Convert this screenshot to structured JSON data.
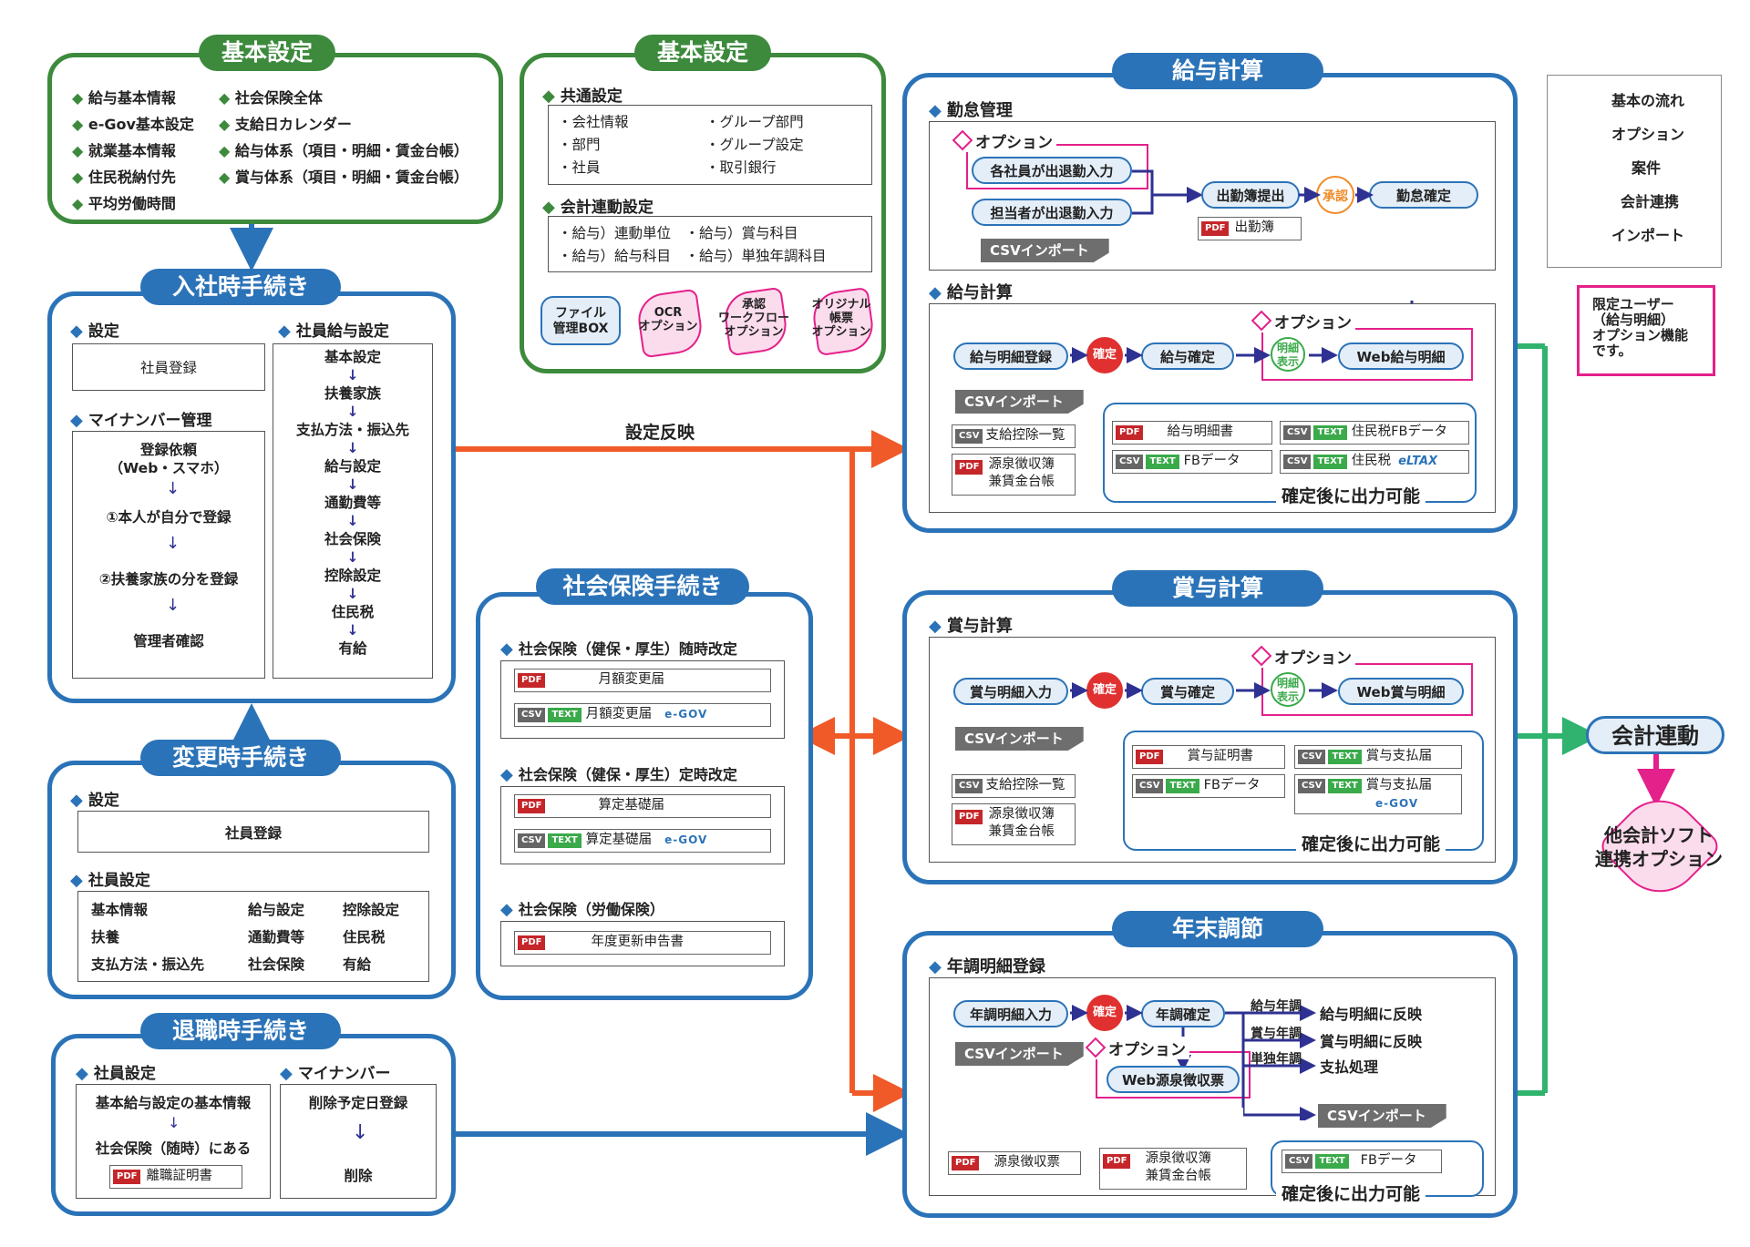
{
  "legend": {
    "basic_flow": "基本の流れ",
    "option": "オプション",
    "case": "案件",
    "accounting_link": "会計連携",
    "import": "インポート",
    "colors": {
      "basic_flow": "#2b73b8",
      "option": "#e4208a",
      "case": "#f08c2a",
      "accounting_link": "#2fb36e",
      "import": "#666666"
    }
  },
  "limited_note": "限定ユーザー\n（給与明細）\nオプション機能\nです。",
  "kihon1": {
    "title": "基本設定",
    "col1": [
      "給与基本情報",
      "e-Gov基本設定",
      "就業基本情報",
      "住民税納付先",
      "平均労働時間"
    ],
    "col2": [
      "社会保険全体",
      "支給日カレンダー",
      "給与体系（項目・明細・賃金台帳）",
      "賞与体系（項目・明細・賃金台帳）"
    ]
  },
  "kihon2": {
    "title": "基本設定",
    "common_title": "共通設定",
    "common_col1": [
      "・会社情報",
      "・部門",
      "・社員"
    ],
    "common_col2": [
      "・グループ部門",
      "・グループ設定",
      "・取引銀行"
    ],
    "accounting_title": "会計連動設定",
    "accounting_rows": [
      "・給与）連動単位　・給与）賞与科目",
      "・給与）給与科目　・給与）単独年調科目"
    ],
    "options": [
      "ファイル\n管理BOX",
      "OCR\nオプション",
      "承認\nワークフロー\nオプション",
      "オリジナル\n帳票\nオプション"
    ]
  },
  "nyusha": {
    "title": "入社時手続き",
    "settings_title": "設定",
    "settings_item": "社員登録",
    "mynumber_title": "マイナンバー管理",
    "mynumber_steps": [
      "登録依頼\n（Web・スマホ）",
      "①本人が自分で登録",
      "②扶養家族の分を登録",
      "管理者確認"
    ],
    "salary_title": "社員給与設定",
    "salary_steps": [
      "基本設定",
      "扶養家族",
      "支払方法・振込先",
      "給与設定",
      "通勤費等",
      "社会保険",
      "控除設定",
      "住民税",
      "有給"
    ]
  },
  "henko": {
    "title": "変更時手続き",
    "settings_title": "設定",
    "settings_item": "社員登録",
    "emp_title": "社員設定",
    "grid": [
      [
        "基本情報",
        "給与設定",
        "控除設定"
      ],
      [
        "扶養",
        "通勤費等",
        "住民税"
      ],
      [
        "支払方法・振込先",
        "社会保険",
        "有給"
      ]
    ]
  },
  "taishoku": {
    "title": "退職時手続き",
    "emp_title": "社員設定",
    "emp_steps": [
      "基本給与設定の基本情報",
      "社会保険（随時）にある"
    ],
    "emp_doc": "離職証明書",
    "mynumber_title": "マイナンバー",
    "mynumber_steps": [
      "削除予定日登録",
      "削除"
    ]
  },
  "shaho": {
    "title": "社会保険手続き",
    "sections": [
      {
        "title": "社会保険（健保・厚生）随時改定",
        "docs": [
          {
            "type": "PDF",
            "label": "月額変更届"
          },
          {
            "type": "CSV",
            "label": "月額変更届",
            "egov": "e-GOV"
          }
        ]
      },
      {
        "title": "社会保険（健保・厚生）定時改定",
        "docs": [
          {
            "type": "PDF",
            "label": "算定基礎届"
          },
          {
            "type": "CSV",
            "label": "算定基礎届",
            "egov": "e-GOV"
          }
        ]
      },
      {
        "title": "社会保険（労働保険）",
        "docs": [
          {
            "type": "PDF",
            "label": "年度更新申告書"
          }
        ]
      }
    ]
  },
  "settei_hanei": "設定反映",
  "kyuyo": {
    "title": "給与計算",
    "kintai_title": "勤怠管理",
    "option_label": "オプション",
    "each_emp": "各社員が出退勤入力",
    "manager": "担当者が出退勤入力",
    "csv_import": "CSVインポート",
    "attendance_submit": "出勤簿提出",
    "approve": "承認",
    "attendance_confirm": "勤怠確定",
    "attendance_book": "出勤簿",
    "calc_title": "給与計算",
    "detail_entry": "給与明細登録",
    "confirm": "確定",
    "salary_confirm": "給与確定",
    "detail_display": "明細\n表示",
    "web_detail": "Web給与明細",
    "left_docs": [
      {
        "type": "CSV",
        "label": "支給控除一覧"
      },
      {
        "type": "PDF",
        "label": "源泉徴収簿\n兼賃金台帳"
      }
    ],
    "right_docs": [
      {
        "type": "PDF",
        "label": "給与明細書"
      },
      {
        "type": "CSV+TEXT",
        "label": "住民税FBデータ"
      },
      {
        "type": "CSV+TEXT",
        "label": "FBデータ"
      },
      {
        "type": "CSV+TEXT",
        "label": "住民税",
        "eltax": "eLTAX"
      }
    ],
    "output_note": "確定後に出力可能"
  },
  "shoyo": {
    "title": "賞与計算",
    "calc_title": "賞与計算",
    "option_label": "オプション",
    "detail_entry": "賞与明細入力",
    "confirm": "確定",
    "bonus_confirm": "賞与確定",
    "detail_display": "明細\n表示",
    "web_detail": "Web賞与明細",
    "csv_import": "CSVインポート",
    "left_docs": [
      {
        "type": "CSV",
        "label": "支給控除一覧"
      },
      {
        "type": "PDF",
        "label": "源泉徴収簿\n兼賃金台帳"
      }
    ],
    "right_docs": [
      {
        "type": "PDF",
        "label": "賞与証明書"
      },
      {
        "type": "CSV+TEXT",
        "label": "賞与支払届"
      },
      {
        "type": "CSV+TEXT",
        "label": "FBデータ"
      },
      {
        "type": "CSV+TEXT",
        "label": "賞与支払届",
        "egov": "e-GOV"
      }
    ],
    "output_note": "確定後に出力可能"
  },
  "nenmatsu": {
    "title": "年末調節",
    "entry_title": "年調明細登録",
    "detail_entry": "年調明細入力",
    "confirm": "確定",
    "nencho_confirm": "年調確定",
    "csv_import": "CSVインポート",
    "option_label": "オプション",
    "web_withholding": "Web源泉徴収票",
    "branches": [
      {
        "label": "給与年調",
        "target": "給与明細に反映"
      },
      {
        "label": "賞与年調",
        "target": "賞与明細に反映"
      },
      {
        "label": "単独年調",
        "target": "支払処理"
      }
    ],
    "csv_import2": "CSVインポート",
    "docs": [
      {
        "type": "PDF",
        "label": "源泉徴収票"
      },
      {
        "type": "PDF",
        "label": "源泉徴収簿\n兼賃金台帳"
      }
    ],
    "fb": {
      "type": "CSV+TEXT",
      "label": "FBデータ"
    },
    "output_note": "確定後に出力可能"
  },
  "kaikei": {
    "title": "会計連動",
    "other_soft": "他会計ソフト\n連携オプション"
  }
}
